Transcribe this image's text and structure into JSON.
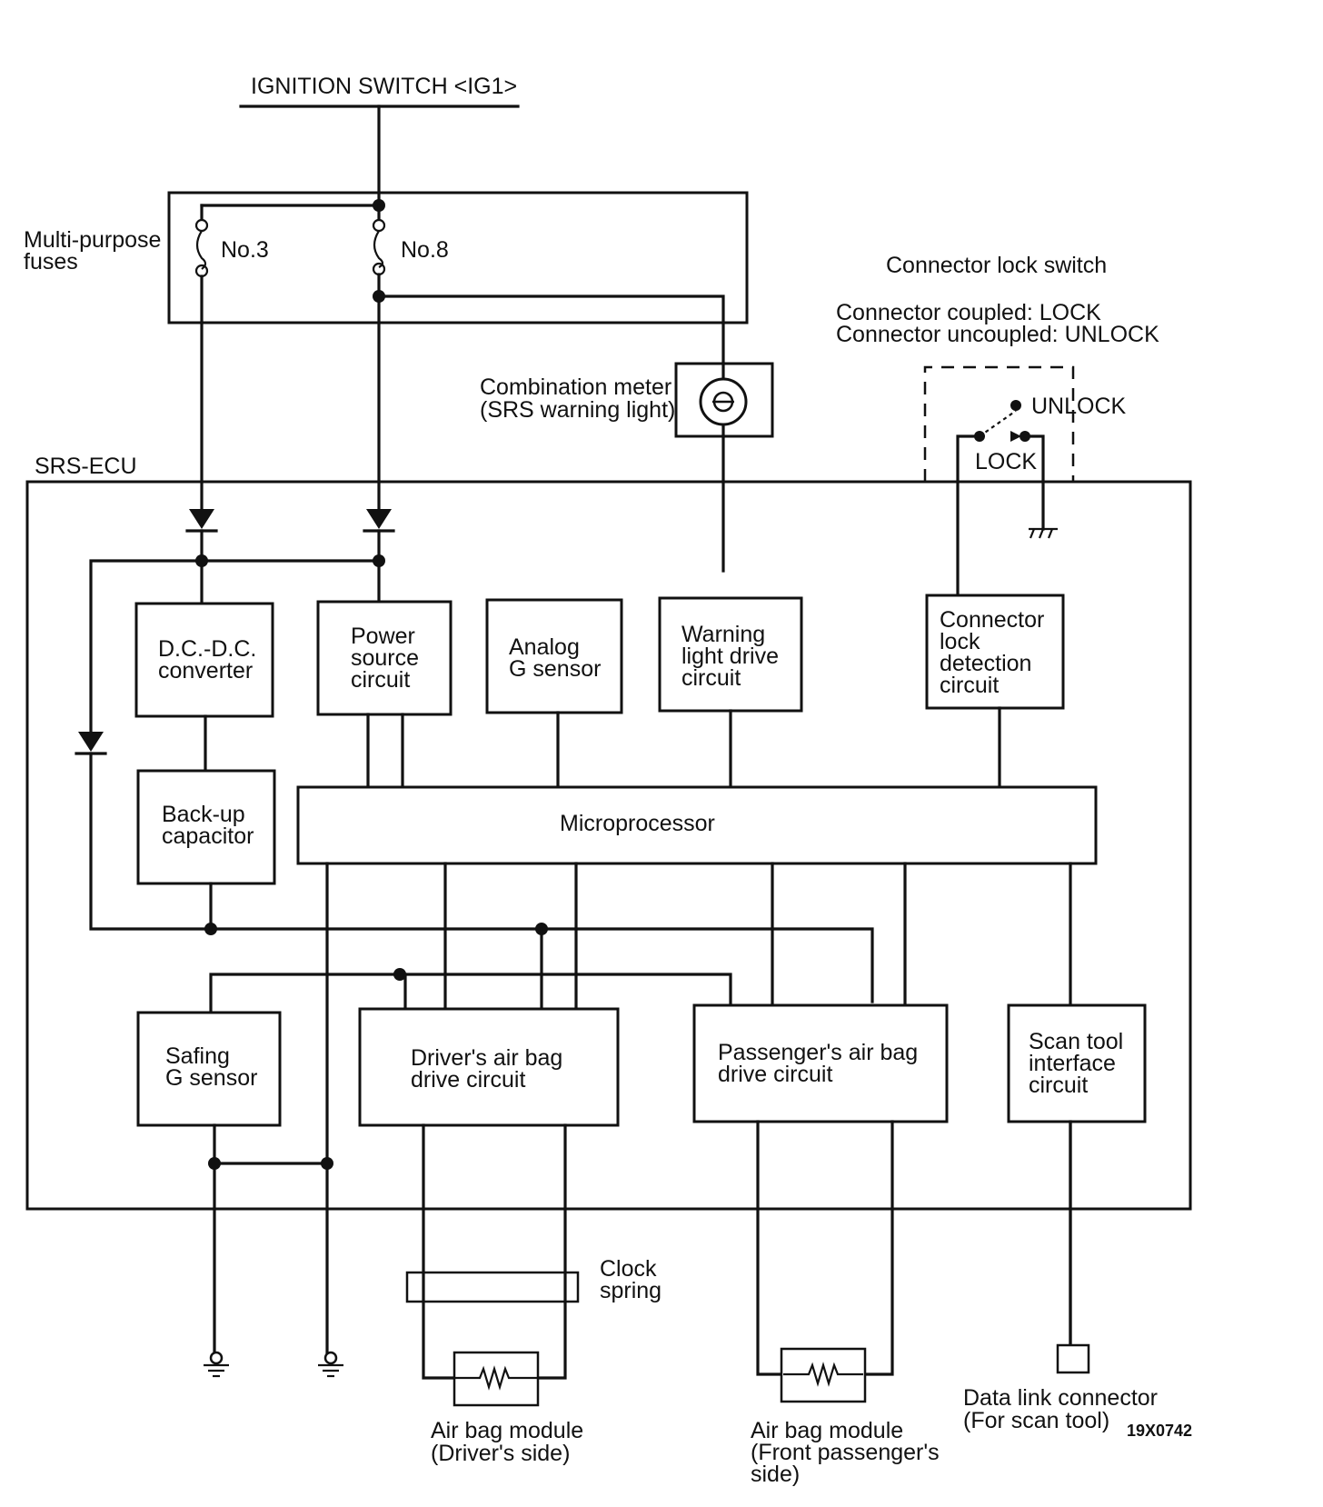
{
  "ignition_switch": "IGNITION SWITCH <IG1>",
  "fuses": {
    "label_line1": "Multi-purpose",
    "label_line2": "fuses",
    "fuse_a": "No.3",
    "fuse_b": "No.8"
  },
  "connector_lock_switch": {
    "title": "Connector lock switch",
    "coupled": "Connector coupled: LOCK",
    "uncoupled": "Connector uncoupled: UNLOCK",
    "unlock": "UNLOCK",
    "lock": "LOCK"
  },
  "combination_meter": {
    "line1": "Combination meter",
    "line2": "(SRS warning light)"
  },
  "ecu_label": "SRS-ECU",
  "blocks": {
    "dcdc": [
      "D.C.-D.C.",
      "converter"
    ],
    "power": [
      "Power",
      "source",
      "circuit"
    ],
    "analog": [
      "Analog",
      "G sensor"
    ],
    "warning": [
      "Warning",
      "light drive",
      "circuit"
    ],
    "connector_lock": [
      "Connector",
      "lock",
      "detection",
      "circuit"
    ],
    "backup": [
      "Back-up",
      "capacitor"
    ],
    "micro": "Microprocessor",
    "safing": [
      "Safing",
      "G sensor"
    ],
    "driver_drive": [
      "Driver's air bag",
      "drive circuit"
    ],
    "passenger_drive": [
      "Passenger's air bag",
      "drive circuit"
    ],
    "scan_tool": [
      "Scan tool",
      "interface",
      "circuit"
    ]
  },
  "clock_spring": [
    "Clock",
    "spring"
  ],
  "airbag_driver": [
    "Air bag module",
    "(Driver's side)"
  ],
  "airbag_passenger": [
    "Air bag module",
    "(Front passenger's",
    "side)"
  ],
  "data_link": [
    "Data link connector",
    "(For scan tool)"
  ],
  "figure_code": "19X0742"
}
